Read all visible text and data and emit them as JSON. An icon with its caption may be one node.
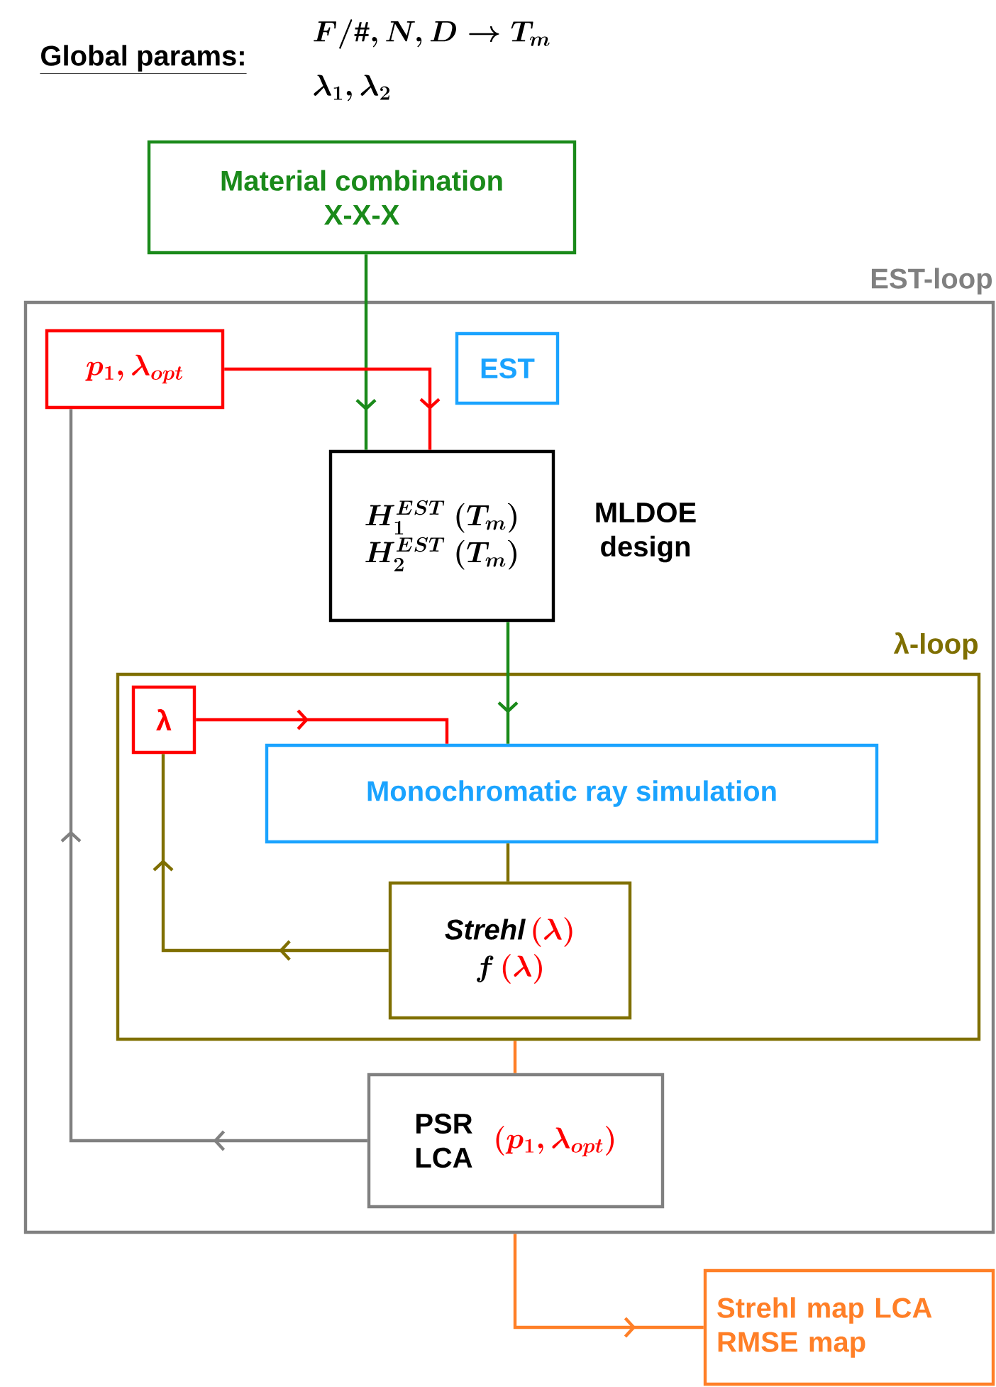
{
  "diagram": {
    "nodes": [
      {
        "text": [
          "Material combination X-X-X"
        ]
      },
      {
        "text": [
          "EST-loop"
        ]
      },
      {
        "text": [
          "p_1, \\lambda_{opt}"
        ],
        "in": 1
      },
      {
        "text": [
          "EST"
        ],
        "in": 1
      },
      {
        "text": [
          "H_1^{EST}\\ (T_m)",
          "H_2^{EST}\\ (T_m)"
        ],
        "beside": [
          "MLDOE design"
        ],
        "in": 1
      },
      {
        "text": [
          "λ-loop"
        ],
        "in": 1
      },
      {
        "text": [
          "λ"
        ],
        "in": 5
      },
      {
        "text": [
          "Monochromatic ray simulation"
        ],
        "in": 5
      },
      {
        "text": [
          "\\mathit{Strehl}",
          "(\\lambda)",
          "f",
          "(\\lambda)"
        ],
        "in": 5
      },
      {
        "text": [
          "PSR LCA",
          "(p_1, \\lambda_{opt})"
        ],
        "in": 1
      },
      {
        "text": [
          "Strehl map LCA RMSE map"
        ]
      }
    ],
    "edges": [
      {
        "from": 0,
        "to": 4,
        "arrow": "to",
        "color": "#1a8a1a"
      },
      {
        "from": 2,
        "to": 4,
        "arrow": "to",
        "color": "#ff0000"
      },
      {
        "from": 4,
        "to": 7,
        "arrow": "to",
        "color": "#1a8a1a"
      },
      {
        "from": 6,
        "to": 7,
        "arrow": "to",
        "color": "#ff0000"
      },
      {
        "from": 7,
        "to": 8,
        "arrow": "none",
        "color": "#7f6f00"
      },
      {
        "from": 8,
        "to": 6,
        "arrow": "to",
        "color": "#7f6f00"
      },
      {
        "from": 5,
        "to": 9,
        "arrow": "none",
        "color": "#ff7f27"
      },
      {
        "from": 9,
        "to": 2,
        "arrow": "to",
        "color": "#808080"
      },
      {
        "from": 1,
        "to": 10,
        "arrow": "to",
        "color": "#ff7f27"
      }
    ],
    "labels": [
      "Global params:",
      "F/\\#, N, D \\rightarrow T_m",
      "\\lambda_1, \\lambda_2"
    ]
  }
}
